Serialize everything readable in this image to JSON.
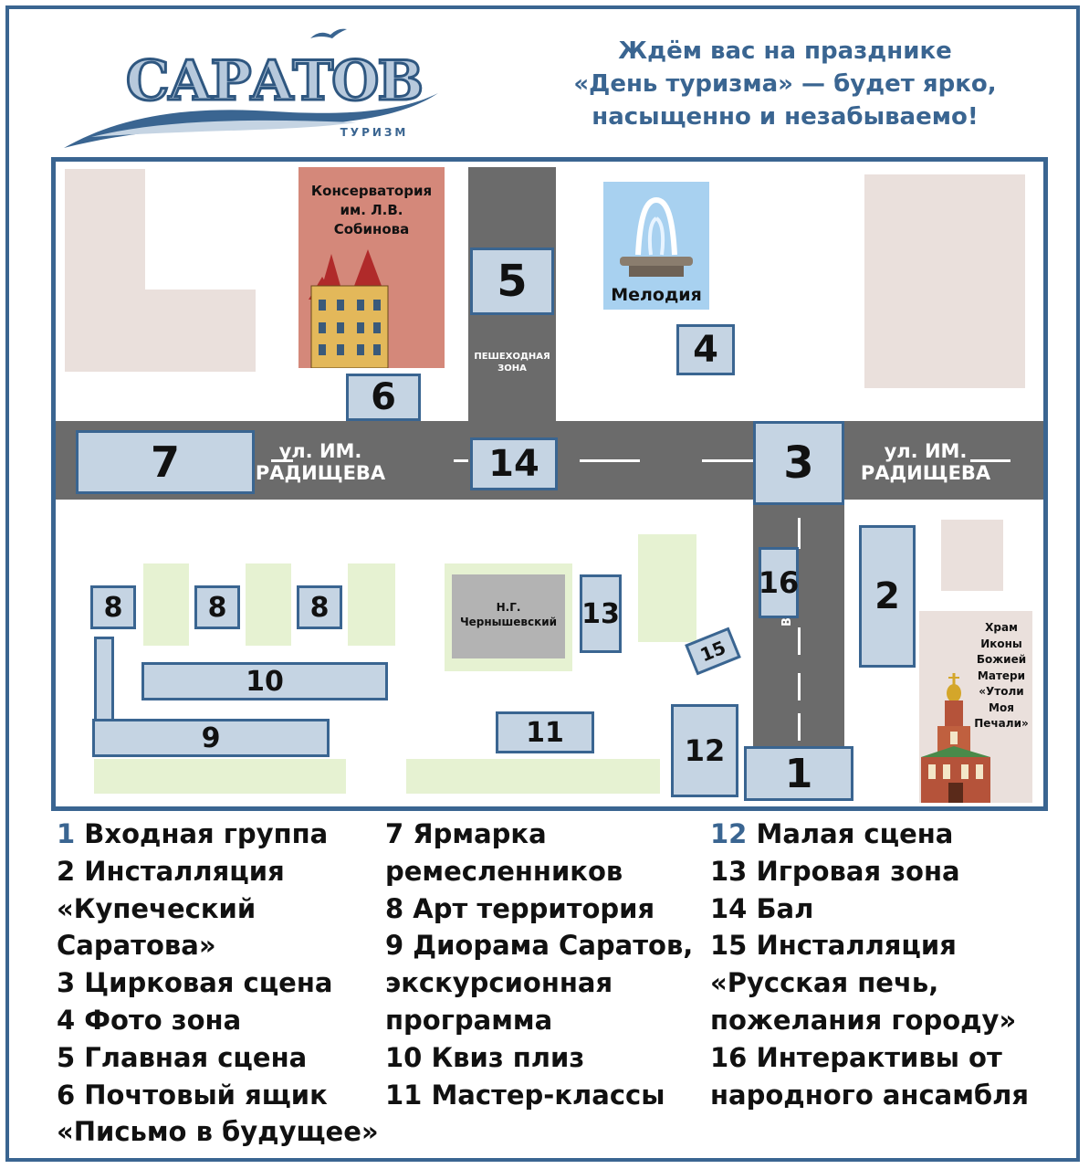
{
  "logo": {
    "title": "САРАТОВ",
    "subtitle": "ТУРИЗМ"
  },
  "headline": [
    "Ждём вас на празднике",
    "«День туризма» — будет ярко,",
    "насыщенно и незабываемо!"
  ],
  "map": {
    "conservatory": [
      "Консерватория",
      "им. Л.В.",
      "Собинова"
    ],
    "fountain": "Мелодия",
    "pedestrian": [
      "ПЕШЕХОДНАЯ",
      "ЗОНА"
    ],
    "street_left": [
      "ул. ИМ.",
      "РАДИЩЕВА"
    ],
    "street_right": [
      "ул. ИМ.",
      "РАДИЩЕВА"
    ],
    "volzhskaya": "ВОЛЖСКАЯ",
    "monument": [
      "Н.Г.",
      "Чернышевский"
    ],
    "temple": [
      "Храм",
      "Иконы",
      "Божией",
      "Матери",
      "«Утоли",
      "Моя",
      "Печали»"
    ],
    "zones": [
      "1",
      "2",
      "3",
      "4",
      "5",
      "6",
      "7",
      "8",
      "8",
      "8",
      "9",
      "10",
      "11",
      "12",
      "13",
      "14",
      "15",
      "16"
    ]
  },
  "legend": {
    "col1": [
      {
        "num": "1",
        "text": " Входная группа"
      },
      {
        "num": "",
        "text": "2 Инсталляция"
      },
      {
        "num": "",
        "text": "«Купеческий"
      },
      {
        "num": "",
        "text": "Саратова»"
      },
      {
        "num": "",
        "text": "3 Цирковая сцена"
      },
      {
        "num": "",
        "text": "4 Фото зона"
      },
      {
        "num": "",
        "text": "5 Главная сцена"
      },
      {
        "num": "",
        "text": "6 Почтовый ящик"
      },
      {
        "num": "",
        "text": "«Письмо в будущее»"
      }
    ],
    "col2": [
      {
        "num": "",
        "text": "7 Ярмарка"
      },
      {
        "num": "",
        "text": "ремесленников"
      },
      {
        "num": "",
        "text": "8 Арт территория"
      },
      {
        "num": "",
        "text": "9 Диорама Саратов,"
      },
      {
        "num": "",
        "text": "экскурсионная"
      },
      {
        "num": "",
        "text": "программа"
      },
      {
        "num": "",
        "text": "10 Квиз плиз"
      },
      {
        "num": "",
        "text": "11 Мастер-классы"
      }
    ],
    "col3": [
      {
        "num": "12",
        "text": " Малая сцена"
      },
      {
        "num": "",
        "text": "13 Игровая зона"
      },
      {
        "num": "",
        "text": "14 Бал"
      },
      {
        "num": "",
        "text": "15 Инсталляция"
      },
      {
        "num": "",
        "text": "«Русская печь,"
      },
      {
        "num": "",
        "text": "пожелания городу»"
      },
      {
        "num": "",
        "text": "16 Интерактивы от"
      },
      {
        "num": "",
        "text": "народного ансамбля"
      }
    ]
  },
  "colors": {
    "accent": "#3a6591",
    "road": "#6b6b6b",
    "zone": "#c5d4e3",
    "grass": "#e6f2d2",
    "building": "#eae0dc",
    "conservatory": "#d4887a",
    "fountain_bg": "#a8d1f0"
  }
}
